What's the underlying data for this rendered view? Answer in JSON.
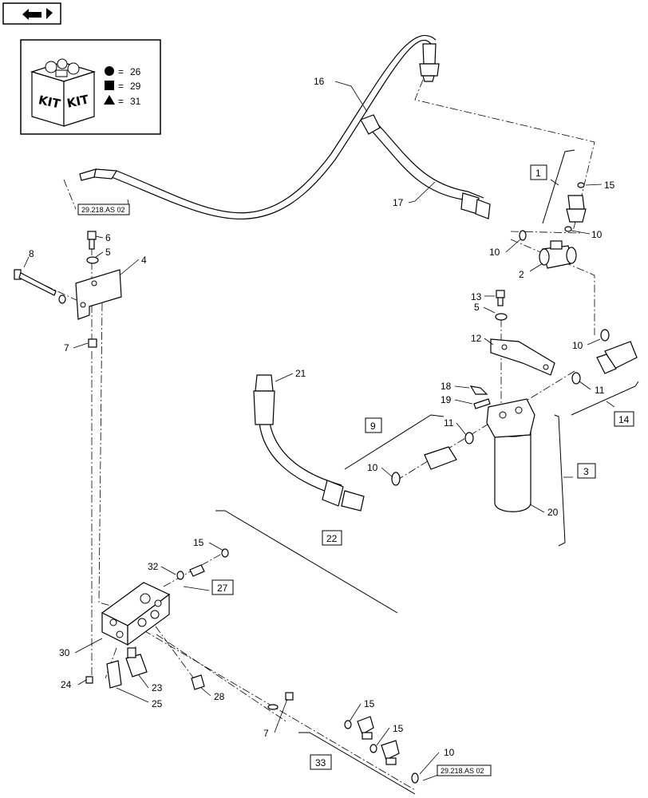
{
  "kit_legend": {
    "box_word_1": "KIT",
    "box_word_2": "KIT",
    "circle_value": "26",
    "square_value": "29",
    "triangle_value": "31",
    "equals": "="
  },
  "references": {
    "ref_top_left": "29.218.AS 02",
    "ref_bottom_right": "29.218.AS 02"
  },
  "callouts": {
    "c1": "1",
    "c2": "2",
    "c3": "3",
    "c4": "4",
    "c5a": "5",
    "c5b": "5",
    "c6": "6",
    "c7a": "7",
    "c7b": "7",
    "c8": "8",
    "c9": "9",
    "c10a": "10",
    "c10b": "10",
    "c10c": "10",
    "c10d": "10",
    "c10e": "10",
    "c11a": "11",
    "c11b": "11",
    "c12": "12",
    "c13": "13",
    "c14": "14",
    "c15a": "15",
    "c15b": "15",
    "c15c": "15",
    "c15d": "15",
    "c16": "16",
    "c17": "17",
    "c18": "18",
    "c19": "19",
    "c20": "20",
    "c21": "21",
    "c22": "22",
    "c23": "23",
    "c24": "24",
    "c25": "25",
    "c27": "27",
    "c28": "28",
    "c30": "30",
    "c32": "32",
    "c33": "33"
  }
}
